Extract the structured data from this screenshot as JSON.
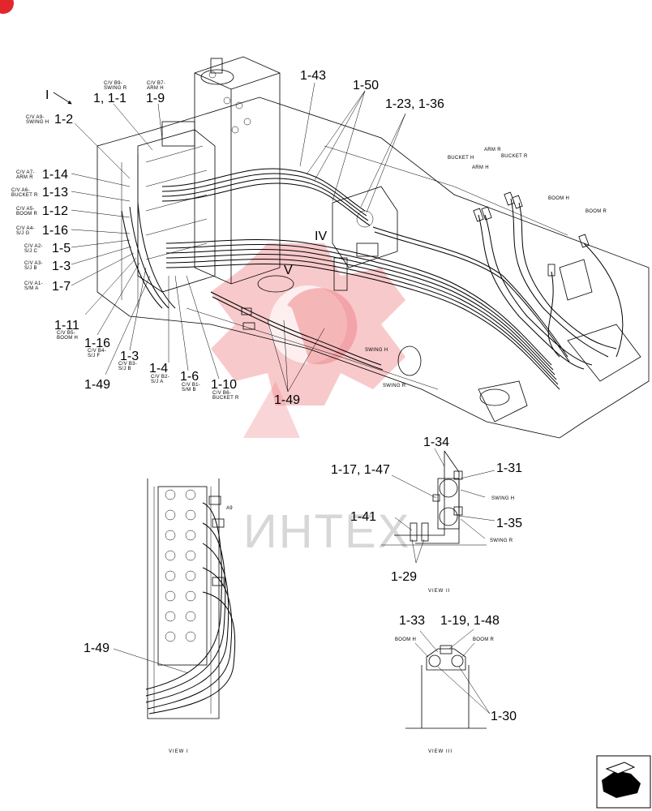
{
  "page_badge": "",
  "watermark": {
    "text": "ИНТЕХ",
    "color": "#e3262e"
  },
  "callouts": {
    "c1_43": "1-43",
    "c1_50": "1-50",
    "c1_23_36": "1-23, 1-36",
    "c1_1": "1, 1-1",
    "c1_9": "1-9",
    "c1_2": "1-2",
    "c1_14": "1-14",
    "c1_13": "1-13",
    "c1_12": "1-12",
    "c1_16a": "1-16",
    "c1_5": "1-5",
    "c1_3a": "1-3",
    "c1_7": "1-7",
    "c1_11": "1-11",
    "c1_16b": "1-16",
    "c1_3b": "1-3",
    "c1_49a": "1-49",
    "c1_4": "1-4",
    "c1_6": "1-6",
    "c1_10": "1-10",
    "c1_49b": "1-49",
    "c1_34": "1-34",
    "c1_17_47": "1-17, 1-47",
    "c1_31": "1-31",
    "c1_41": "1-41",
    "c1_35": "1-35",
    "c1_29": "1-29",
    "c1_49c": "1-49",
    "c1_33": "1-33",
    "c1_19_48": "1-19, 1-48",
    "c1_30": "1-30",
    "roman_I": "I",
    "roman_IV": "IV",
    "roman_V": "V"
  },
  "port_labels": {
    "cv_b9_a": "C/V B9-",
    "cv_b9_b": "SWING R",
    "cv_b7_a": "C/V B7-",
    "cv_b7_b": "ARM H",
    "cv_a9_a": "C/V A9-",
    "cv_a9_b": "SWING H",
    "cv_a7_a": "C/V A7-",
    "cv_a7_b": "ARM R",
    "cv_a6_a": "C/V A6-",
    "cv_a6_b": "BUCKET R",
    "cv_a5_a": "C/V A5-",
    "cv_a5_b": "BOOM R",
    "cv_a4_a": "C/V A4-",
    "cv_a4_b": "S/J G",
    "cv_a2_a": "C/V A2-",
    "cv_a2_b": "S/J C",
    "cv_a3_a": "C/V A3-",
    "cv_a3_b": "S/J B",
    "cv_a1_a": "C/V A1-",
    "cv_a1_b": "S/M A",
    "cv_b5_a": "C/V B5-",
    "cv_b5_b": "BOOM H",
    "cv_b4_a": "C/V B4-",
    "cv_b4_b": "S/J F",
    "cv_b3_a": "C/V B3-",
    "cv_b3_b": "S/J B",
    "cv_b2_a": "C/V B2-",
    "cv_b2_b": "S/J A",
    "cv_b1_a": "C/V B1-",
    "cv_b1_b": "S/M B",
    "cv_b6_a": "C/V B6-",
    "cv_b6_b": "BUCKET R",
    "bucket_h": "BUCKET H",
    "arm_r": "ARM R",
    "arm_h": "ARM H",
    "bucket_r": "BUCKET R",
    "boom_h": "BOOM H",
    "boom_r": "BOOM R",
    "swing_h_main": "SWING H",
    "swing_r_main": "SWING R",
    "swing_h_v2": "SWING H",
    "swing_r_v2": "SWING R",
    "boom_h_v3": "BOOM H",
    "boom_r_v3": "BOOM R",
    "a9": "A9"
  },
  "views": {
    "view_1": "VIEW I",
    "view_2": "VIEW II",
    "view_3": "VIEW III"
  }
}
